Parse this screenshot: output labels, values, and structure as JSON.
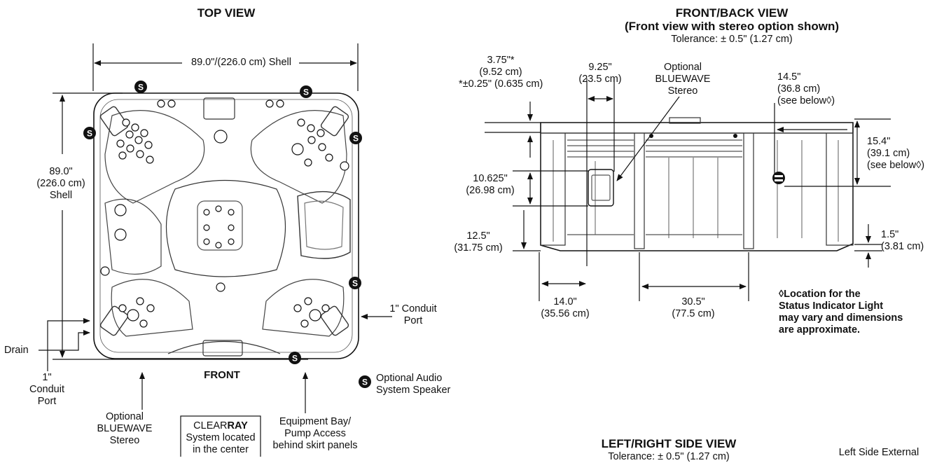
{
  "top_view": {
    "title": "TOP VIEW",
    "width_label": "89.0\"/(226.0 cm) Shell",
    "depth_line1": "89.0\"",
    "depth_line2": "(226.0 cm)",
    "depth_line3": "Shell",
    "front_label": "FRONT",
    "drain_label": "Drain",
    "conduit_left_l1": "1\"",
    "conduit_left_l2": "Conduit",
    "conduit_left_l3": "Port",
    "conduit_right_l1": "1\" Conduit",
    "conduit_right_l2": "Port",
    "speaker_symbol": "S",
    "speaker_note_l1": "Optional Audio",
    "speaker_note_l2": "System Speaker",
    "stereo_l1": "Optional",
    "stereo_l2": "BLUEWAVE",
    "stereo_l3": "Stereo",
    "clearray_prefix": "CLEAR",
    "clearray_bold": "RAY",
    "clearray_l2": "System located",
    "clearray_l3": "in the center",
    "equip_l1": "Equipment Bay/",
    "equip_l2": "Pump Access",
    "equip_l3": "behind skirt panels"
  },
  "front_view": {
    "title_l1": "FRONT/BACK VIEW",
    "title_l2": "(Front view with stereo option shown)",
    "tolerance": "Tolerance: ± 0.5\" (1.27 cm)",
    "dim_375_l1": "3.75\"*",
    "dim_375_l2": "(9.52 cm)",
    "dim_375_l3": "*±0.25\" (0.635 cm)",
    "dim_925_l1": "9.25\"",
    "dim_925_l2": "(23.5 cm)",
    "stereo_l1": "Optional",
    "stereo_l2": "BLUEWAVE",
    "stereo_l3": "Stereo",
    "dim_145_l1": "14.5\"",
    "dim_145_l2": "(36.8 cm)",
    "dim_145_l3": "(see below◊)",
    "dim_154_l1": "15.4\"",
    "dim_154_l2": "(39.1 cm)",
    "dim_154_l3": "(see below◊)",
    "dim_10625_l1": "10.625\"",
    "dim_10625_l2": "(26.98 cm)",
    "dim_125_l1": "12.5\"",
    "dim_125_l2": "(31.75 cm)",
    "dim_15_l1": "1.5\"",
    "dim_15_l2": "(3.81 cm)",
    "dim_14_l1": "14.0\"",
    "dim_14_l2": "(35.56 cm)",
    "dim_305_l1": "30.5\"",
    "dim_305_l2": "(77.5 cm)",
    "note_l1": "◊Location for the",
    "note_l2": "Status Indicator Light",
    "note_l3": "may vary and dimensions",
    "note_l4": "are approximate."
  },
  "side_view": {
    "title": "LEFT/RIGHT SIDE VIEW",
    "tolerance": "Tolerance: ± 0.5\" (1.27 cm)",
    "left_side_external": "Left Side External"
  }
}
